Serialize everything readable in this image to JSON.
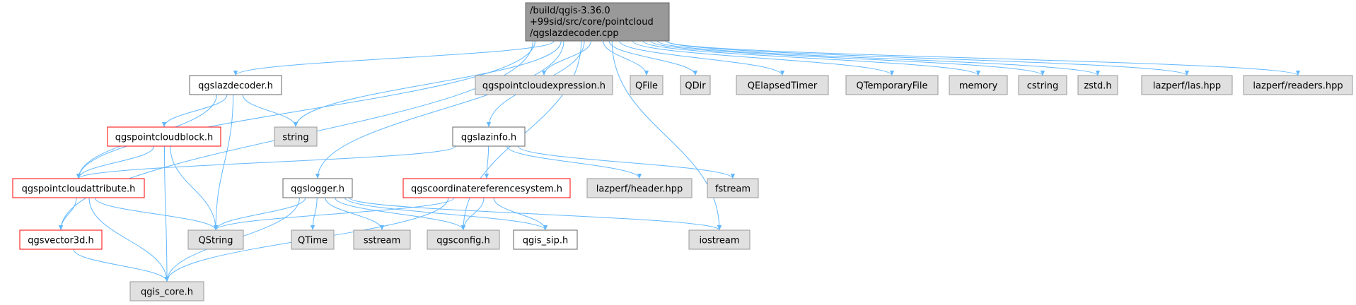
{
  "graph": {
    "root": {
      "lines": [
        "/build/qgis-3.36.0",
        "+99sid/src/core/pointcloud",
        "/qgslazdecoder.cpp"
      ],
      "fill": "#999999",
      "stroke": "#666666"
    },
    "colors": {
      "edge": "#63b8ff",
      "system_fill": "#e0e0e0",
      "system_stroke": "#999999",
      "local_fill": "#ffffff",
      "local_stroke": "#666666",
      "incomplete_stroke": "#ff0000"
    },
    "nodes": [
      {
        "id": "expr",
        "label": "qgspointcloudexpression.h",
        "kind": "system"
      },
      {
        "id": "qfile",
        "label": "QFile",
        "kind": "system"
      },
      {
        "id": "qdir",
        "label": "QDir",
        "kind": "system"
      },
      {
        "id": "qelapsed",
        "label": "QElapsedTimer",
        "kind": "system"
      },
      {
        "id": "qtemp",
        "label": "QTemporaryFile",
        "kind": "system"
      },
      {
        "id": "memory",
        "label": "memory",
        "kind": "system"
      },
      {
        "id": "cstring",
        "label": "cstring",
        "kind": "system"
      },
      {
        "id": "zstd",
        "label": "zstd.h",
        "kind": "system"
      },
      {
        "id": "las",
        "label": "lazperf/las.hpp",
        "kind": "system"
      },
      {
        "id": "readers",
        "label": "lazperf/readers.hpp",
        "kind": "system"
      },
      {
        "id": "lazdecoderh",
        "label": "qgslazdecoder.h",
        "kind": "local"
      },
      {
        "id": "string",
        "label": "string",
        "kind": "system"
      },
      {
        "id": "block",
        "label": "qgspointcloudblock.h",
        "kind": "incomplete"
      },
      {
        "id": "lazinfo",
        "label": "qgslazinfo.h",
        "kind": "local"
      },
      {
        "id": "header",
        "label": "lazperf/header.hpp",
        "kind": "system"
      },
      {
        "id": "fstream",
        "label": "fstream",
        "kind": "system"
      },
      {
        "id": "attr",
        "label": "qgspointcloudattribute.h",
        "kind": "incomplete"
      },
      {
        "id": "logger",
        "label": "qgslogger.h",
        "kind": "local"
      },
      {
        "id": "crs",
        "label": "qgscoordinatereferencesystem.h",
        "kind": "incomplete"
      },
      {
        "id": "vector3d",
        "label": "qgsvector3d.h",
        "kind": "incomplete"
      },
      {
        "id": "qstring",
        "label": "QString",
        "kind": "system"
      },
      {
        "id": "qtime",
        "label": "QTime",
        "kind": "system"
      },
      {
        "id": "sstream",
        "label": "sstream",
        "kind": "system"
      },
      {
        "id": "config",
        "label": "qgsconfig.h",
        "kind": "system"
      },
      {
        "id": "sip",
        "label": "qgis_sip.h",
        "kind": "local"
      },
      {
        "id": "iostream",
        "label": "iostream",
        "kind": "system"
      },
      {
        "id": "core",
        "label": "qgis_core.h",
        "kind": "system"
      }
    ],
    "edges": [
      [
        "root",
        "expr"
      ],
      [
        "root",
        "qfile"
      ],
      [
        "root",
        "qdir"
      ],
      [
        "root",
        "qelapsed"
      ],
      [
        "root",
        "qtemp"
      ],
      [
        "root",
        "memory"
      ],
      [
        "root",
        "cstring"
      ],
      [
        "root",
        "zstd"
      ],
      [
        "root",
        "las"
      ],
      [
        "root",
        "readers"
      ],
      [
        "root",
        "lazdecoderh"
      ],
      [
        "root",
        "string"
      ],
      [
        "root",
        "logger"
      ],
      [
        "root",
        "config"
      ],
      [
        "root",
        "lazinfo"
      ],
      [
        "root",
        "iostream"
      ],
      [
        "root",
        "attr"
      ],
      [
        "root",
        "vector3d"
      ],
      [
        "lazdecoderh",
        "block"
      ],
      [
        "lazdecoderh",
        "string"
      ],
      [
        "lazdecoderh",
        "qstring"
      ],
      [
        "lazdecoderh",
        "attr"
      ],
      [
        "block",
        "attr"
      ],
      [
        "block",
        "qstring"
      ],
      [
        "block",
        "core"
      ],
      [
        "lazinfo",
        "attr"
      ],
      [
        "lazinfo",
        "crs"
      ],
      [
        "lazinfo",
        "header"
      ],
      [
        "lazinfo",
        "fstream"
      ],
      [
        "attr",
        "vector3d"
      ],
      [
        "attr",
        "qstring"
      ],
      [
        "attr",
        "core"
      ],
      [
        "vector3d",
        "core"
      ],
      [
        "logger",
        "qstring"
      ],
      [
        "logger",
        "qtime"
      ],
      [
        "logger",
        "sstream"
      ],
      [
        "logger",
        "config"
      ],
      [
        "logger",
        "sip"
      ],
      [
        "logger",
        "iostream"
      ],
      [
        "logger",
        "core"
      ],
      [
        "crs",
        "qstring"
      ],
      [
        "crs",
        "config"
      ],
      [
        "crs",
        "sip"
      ],
      [
        "crs",
        "core"
      ]
    ]
  }
}
